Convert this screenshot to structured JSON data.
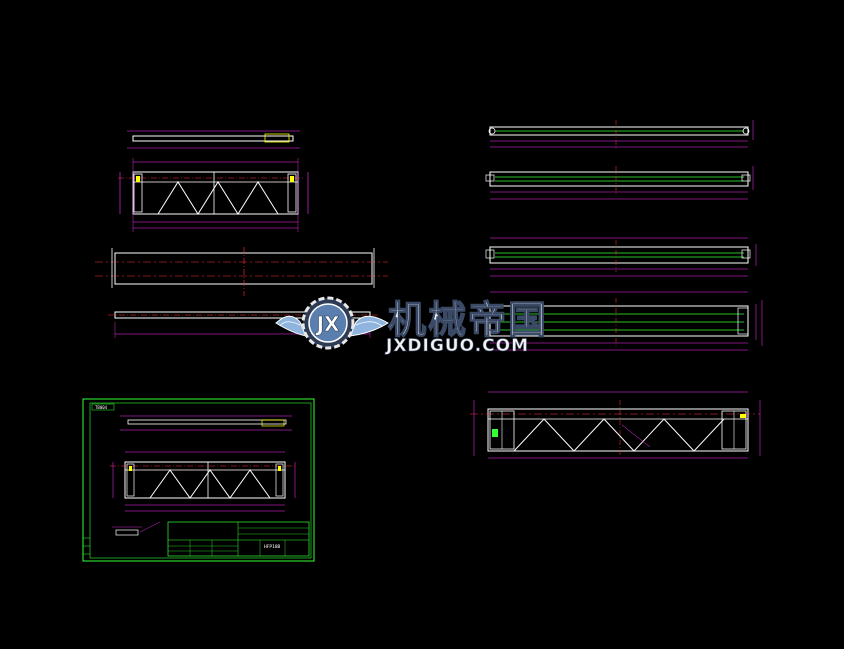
{
  "watermark": {
    "title_cn": "机械帝国",
    "url": "JXDIGUO.COM",
    "logo_letters": "JX"
  },
  "drawing": {
    "sheet_frame_label": "TB004",
    "title_block_code": "HFP18B",
    "colors": {
      "background": "#000000",
      "outline": "#ffffff",
      "dimension": "#ff33ff",
      "frame": "#33ff33",
      "centerline": "#ff3333",
      "highlight": "#ffff00",
      "axis": "#00ffff"
    }
  }
}
